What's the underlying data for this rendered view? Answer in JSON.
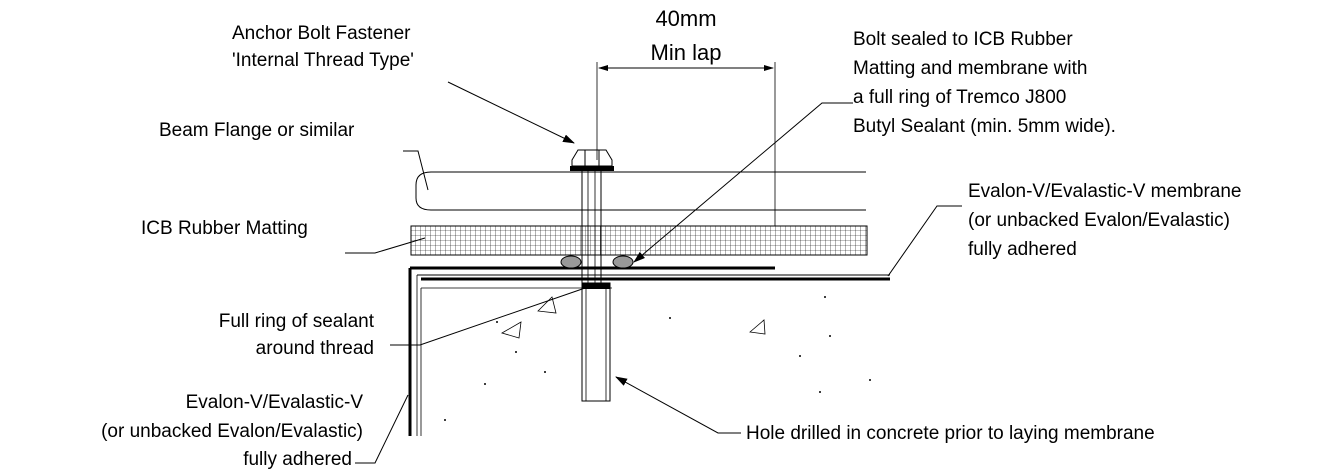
{
  "dimension": {
    "value": "40mm",
    "label": "Min lap"
  },
  "labels": {
    "anchor_bolt_line1": "Anchor Bolt Fastener",
    "anchor_bolt_line2": "'Internal Thread Type'",
    "beam_flange": "Beam Flange or similar",
    "rubber_matting": "ICB Rubber Matting",
    "full_ring_line1": "Full ring of sealant",
    "full_ring_line2": "around thread",
    "evalon_left_line1": "Evalon-V/Evalastic-V",
    "evalon_left_line2": "(or unbacked Evalon/Evalastic)",
    "evalon_left_line3": "fully adhered",
    "bolt_sealed_line1": "Bolt sealed to ICB Rubber",
    "bolt_sealed_line2": "Matting and membrane with",
    "bolt_sealed_line3": "a full ring of Tremco J800",
    "bolt_sealed_line4": "Butyl Sealant (min. 5mm wide).",
    "evalon_right_line1": "Evalon-V/Evalastic-V membrane",
    "evalon_right_line2": "(or unbacked Evalon/Evalastic)",
    "evalon_right_line3": "fully adhered",
    "hole_drilled": "Hole drilled in concrete prior to laying membrane"
  },
  "colors": {
    "line": "#000000",
    "background": "#ffffff"
  }
}
